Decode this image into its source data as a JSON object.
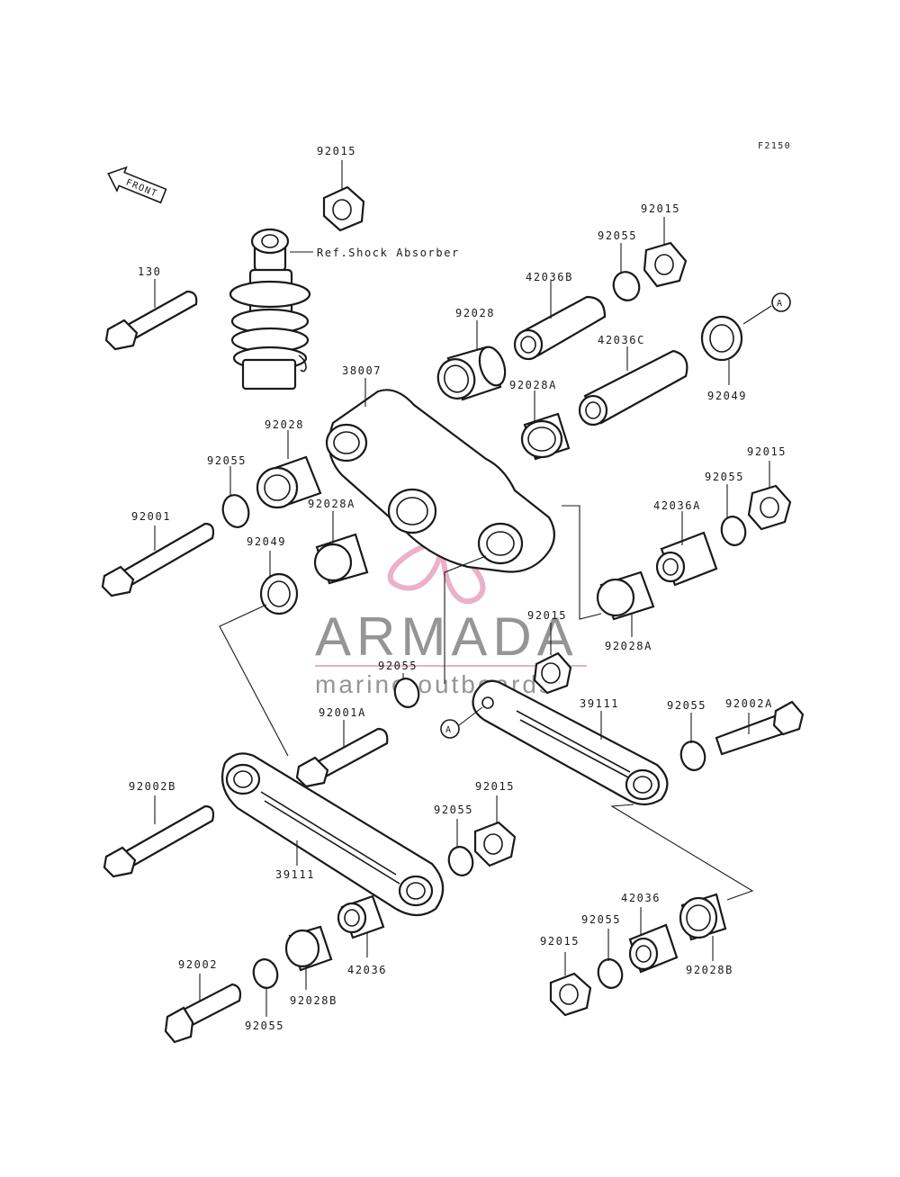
{
  "diagram_code": "F2150",
  "front_label": "FRONT",
  "ref_label": "Ref.Shock Absorber",
  "marker_letter": "A",
  "watermark": {
    "name": "ARMADA",
    "tagline": "marine outboards",
    "pink": "#e8a9c3",
    "gray": "#8a8a8a"
  },
  "labels": {
    "l01": "92015",
    "l02": "130",
    "l03": "92055",
    "l04": "92015",
    "l05": "42036B",
    "l06": "92028",
    "l07": "42036C",
    "l08": "92049",
    "l09": "38007",
    "l10": "92028A",
    "l11": "92028",
    "l12": "92055",
    "l13": "92015",
    "l14": "92055",
    "l15": "92001",
    "l16": "92028A",
    "l17": "42036A",
    "l18": "92049",
    "l19": "92015",
    "l20": "92028A",
    "l21": "92055",
    "l22": "39111",
    "l23": "92002A",
    "l24": "92055",
    "l25": "92001A",
    "l26": "92002B",
    "l27": "92015",
    "l28": "92055",
    "l29": "39111",
    "l30": "42036",
    "l31": "92055",
    "l32": "92015",
    "l33": "92028B",
    "l34": "92002",
    "l35": "92028B",
    "l36": "42036",
    "l37": "92055"
  }
}
